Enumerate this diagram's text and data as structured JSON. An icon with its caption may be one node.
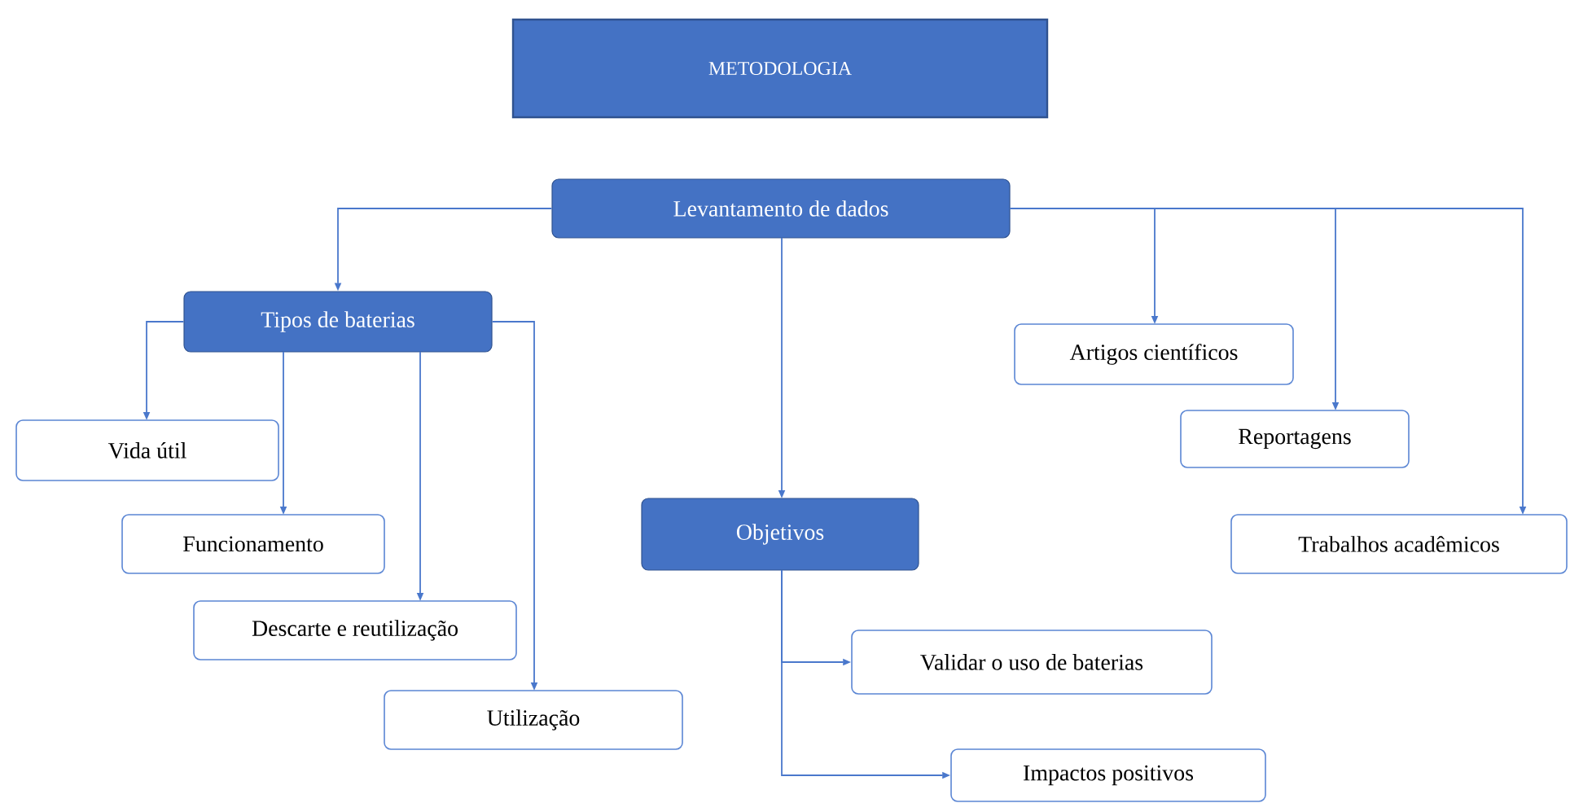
{
  "diagram": {
    "nodes": [
      {
        "text": [
          "METODOLOGIA"
        ]
      },
      {
        "text": [
          "Levantamento de dados"
        ]
      },
      {
        "text": [
          "Tipos de baterias"
        ]
      },
      {
        "text": [
          "Vida útil"
        ]
      },
      {
        "text": [
          "Funcionamento"
        ]
      },
      {
        "text": [
          "Descarte e reutilização"
        ]
      },
      {
        "text": [
          "Utilização"
        ]
      },
      {
        "text": [
          "Objetivos"
        ]
      },
      {
        "text": [
          "Artigos científicos"
        ]
      },
      {
        "text": [
          "Reportagens"
        ]
      },
      {
        "text": [
          "Trabalhos acadêmicos"
        ]
      },
      {
        "text": [
          "Validar o uso de baterias"
        ]
      },
      {
        "text": [
          "Impactos positivos"
        ]
      }
    ],
    "edges": [
      {
        "from": 1,
        "to": 2,
        "arrow": "to"
      },
      {
        "from": 1,
        "to": 7,
        "arrow": "to"
      },
      {
        "from": 1,
        "to": 8,
        "arrow": "to"
      },
      {
        "from": 1,
        "to": 9,
        "arrow": "to"
      },
      {
        "from": 1,
        "to": 10,
        "arrow": "to"
      },
      {
        "from": 2,
        "to": 3,
        "arrow": "to"
      },
      {
        "from": 2,
        "to": 4,
        "arrow": "to"
      },
      {
        "from": 2,
        "to": 5,
        "arrow": "to"
      },
      {
        "from": 2,
        "to": 6,
        "arrow": "to"
      },
      {
        "from": 7,
        "to": 11,
        "arrow": "to"
      },
      {
        "from": 7,
        "to": 12,
        "arrow": "to"
      }
    ]
  }
}
